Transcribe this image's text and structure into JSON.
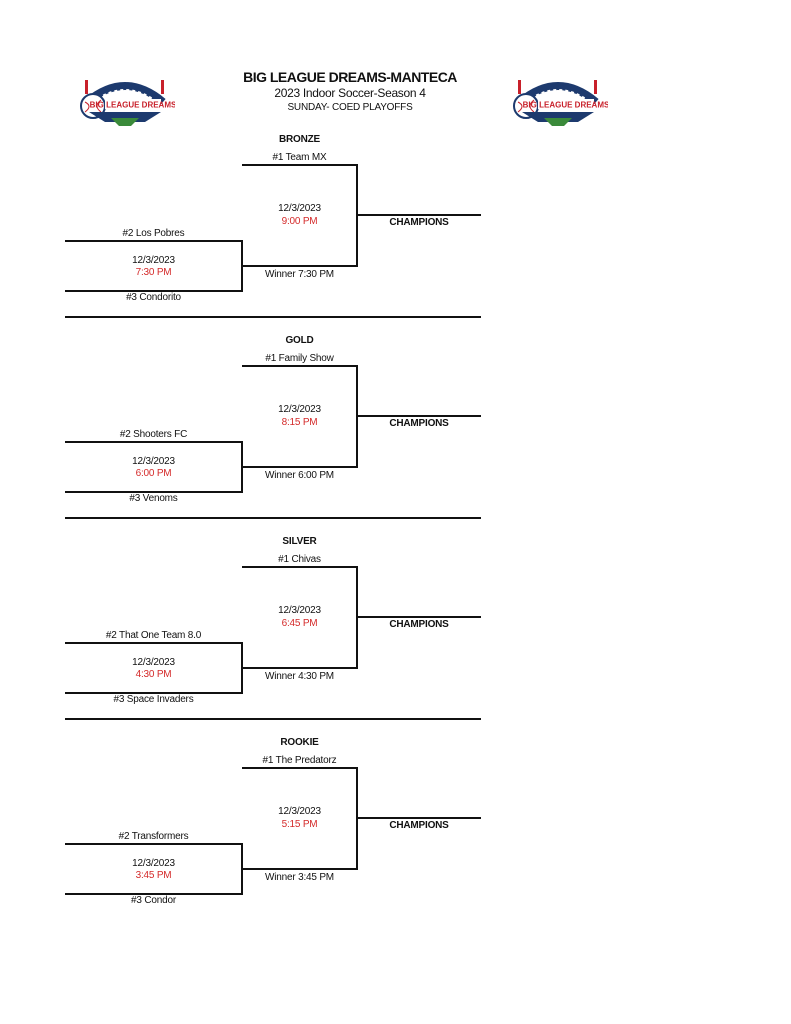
{
  "header": {
    "title": "BIG LEAGUE DREAMS-MANTECA",
    "subtitle": "2023 Indoor Soccer-Season 4",
    "subtitle2": "SUNDAY- COED PLAYOFFS",
    "logo_text": "BIG LEAGUE DREAMS",
    "colors": {
      "time_red": "#d42a2a",
      "logo_navy": "#1d3a6e",
      "logo_red": "#c8202a",
      "logo_green": "#3a8a3a"
    }
  },
  "brackets": [
    {
      "division": "BRONZE",
      "seed1": "#1 Team MX",
      "seed2": "#2 Los Pobres",
      "seed3": "#3 Condorito",
      "semi_date": "12/3/2023",
      "semi_time": "7:30 PM",
      "final_date": "12/3/2023",
      "final_time": "9:00 PM",
      "winner_label": "Winner 7:30 PM",
      "champions_label": "CHAMPIONS"
    },
    {
      "division": "GOLD",
      "seed1": "#1 Family Show",
      "seed2": "#2 Shooters FC",
      "seed3": "#3 Venoms",
      "semi_date": "12/3/2023",
      "semi_time": "6:00 PM",
      "final_date": "12/3/2023",
      "final_time": "8:15 PM",
      "winner_label": "Winner 6:00 PM",
      "champions_label": "CHAMPIONS"
    },
    {
      "division": "SILVER",
      "seed1": "#1 Chivas",
      "seed2": "#2 That One Team 8.0",
      "seed3": "#3 Space Invaders",
      "semi_date": "12/3/2023",
      "semi_time": "4:30 PM",
      "final_date": "12/3/2023",
      "final_time": "6:45 PM",
      "winner_label": "Winner 4:30 PM",
      "champions_label": "CHAMPIONS"
    },
    {
      "division": "ROOKIE",
      "seed1": "#1 The Predatorz",
      "seed2": "#2 Transformers",
      "seed3": "#3 Condor",
      "semi_date": "12/3/2023",
      "semi_time": "3:45 PM",
      "final_date": "12/3/2023",
      "final_time": "5:15 PM",
      "winner_label": "Winner 3:45 PM",
      "champions_label": "CHAMPIONS"
    }
  ]
}
